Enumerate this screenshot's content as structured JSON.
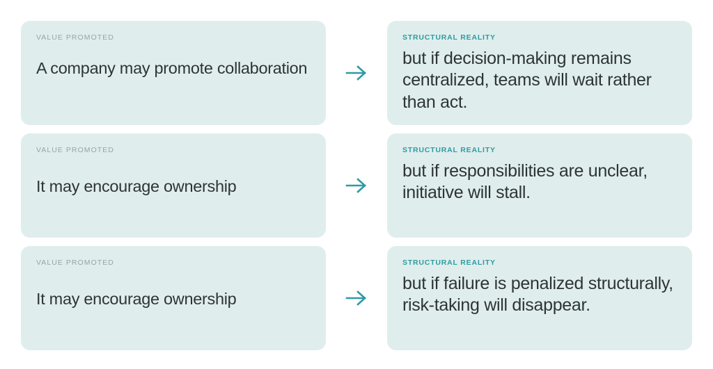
{
  "theme": {
    "page_background": "#ffffff",
    "card_background": "#dfeeec",
    "accent_teal": "#2f9ba3",
    "eyebrow_muted": "#9aa3a3",
    "body_text": "#2e3436"
  },
  "labels": {
    "value_promoted": "VALUE PROMOTED",
    "structural_reality": "STRUCTURAL REALITY"
  },
  "connector": {
    "icon": "arrow-right-icon",
    "glyph": "→",
    "color": "#2f9ba3"
  },
  "rows": [
    {
      "left": {
        "eyebrow": "VALUE PROMOTED",
        "text": "A company may promote collaboration"
      },
      "right": {
        "eyebrow": "STRUCTURAL REALITY",
        "text": "but if decision-making remains centralized, teams will wait rather than act."
      }
    },
    {
      "left": {
        "eyebrow": "VALUE PROMOTED",
        "text": "It may encourage ownership"
      },
      "right": {
        "eyebrow": "STRUCTURAL REALITY",
        "text": "but if responsibilities are unclear, initiative will stall."
      }
    },
    {
      "left": {
        "eyebrow": "VALUE PROMOTED",
        "text": "It may encourage ownership"
      },
      "right": {
        "eyebrow": "STRUCTURAL REALITY",
        "text": "but if failure is penalized structurally, risk-taking will disappear."
      }
    }
  ]
}
